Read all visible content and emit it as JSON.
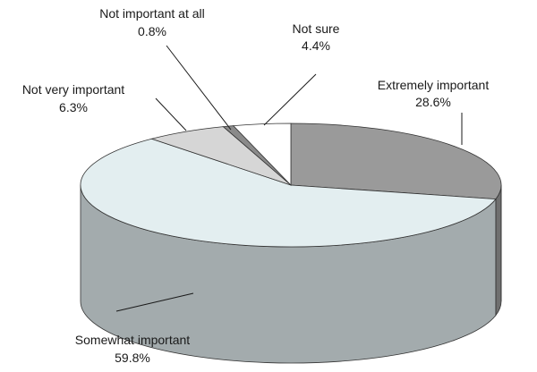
{
  "chart_data": {
    "type": "pie",
    "style": "3d",
    "title": "",
    "legend": "none",
    "slices": [
      {
        "label": "Extremely important",
        "value": 28.6,
        "value_label": "28.6%",
        "color": "#9a9a9a"
      },
      {
        "label": "Somewhat important",
        "value": 59.8,
        "value_label": "59.8%",
        "color": "#e3eef0"
      },
      {
        "label": "Not very important",
        "value": 6.3,
        "value_label": "6.3%",
        "color": "#d6d6d6"
      },
      {
        "label": "Not important at all",
        "value": 0.8,
        "value_label": "0.8%",
        "color": "#8a8a8a"
      },
      {
        "label": "Not sure",
        "value": 4.4,
        "value_label": "4.4%",
        "color": "#ffffff"
      }
    ]
  }
}
